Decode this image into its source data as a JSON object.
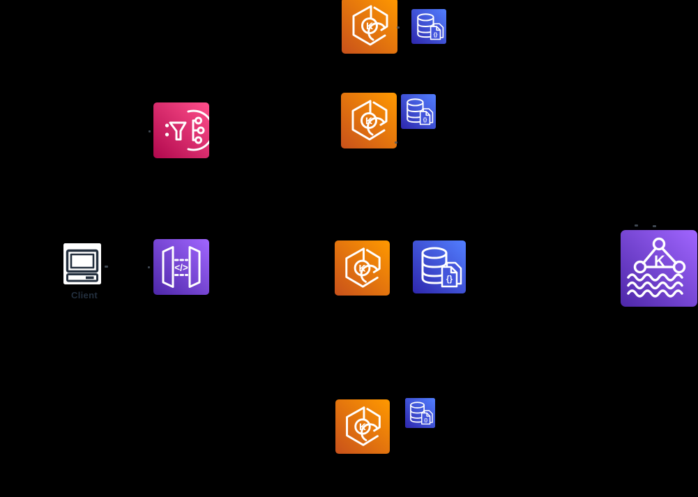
{
  "canvas": {
    "background_color": "#000000"
  },
  "client": {
    "label": "Client"
  },
  "glyphs": {
    "eks_letter": "K",
    "msk_letter": "K",
    "endpoint_code": "</>",
    "db_braces": "{}"
  },
  "colors": {
    "eks_gradient_start": "#C8511B",
    "eks_gradient_end": "#FF9900",
    "database_gradient_start": "#2E27AD",
    "database_gradient_end": "#527FFF",
    "api_gateway_gradient_start": "#B0084D",
    "api_gateway_gradient_end": "#FF4F8B",
    "purple_gradient_start": "#4D27A8",
    "purple_gradient_end": "#A166FF",
    "glyph_stroke": "#FFFFFF",
    "client_glyph_color": "#232F3E",
    "client_label_color": "#232F3E"
  },
  "icons": [
    {
      "name": "eks-icon"
    },
    {
      "name": "documentdb-icon"
    },
    {
      "name": "api-gateway-icon"
    },
    {
      "name": "api-gateway-endpoint-icon"
    },
    {
      "name": "msk-kafka-icon"
    },
    {
      "name": "client-computer-icon"
    }
  ]
}
